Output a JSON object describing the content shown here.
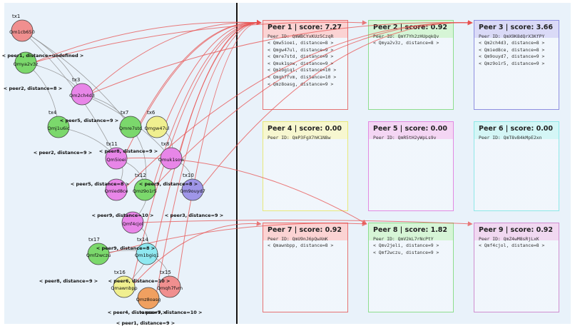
{
  "colors": {
    "background": "#e9f2fa",
    "edge_candidate": "#e8504f",
    "edge_link": "#8a8a8a",
    "divider": "#111111"
  },
  "nodes": [
    {
      "id": "tx1",
      "label": "tx1",
      "sub": "Qm1cb650",
      "color": "#f08f8f"
    },
    {
      "id": "n2",
      "label": "",
      "sub": "Qmya2v3z",
      "color": "#7bd86c"
    },
    {
      "id": "tx3",
      "label": "tx3",
      "sub": "Qm2ch4d3",
      "color": "#e886e8"
    },
    {
      "id": "tx4",
      "label": "tx4",
      "sub": "Qmj1u6ic",
      "color": "#7bd86c"
    },
    {
      "id": "tx7",
      "label": "tx7",
      "sub": "Qmre7std",
      "color": "#7bd86c"
    },
    {
      "id": "tx6",
      "label": "tx6",
      "sub": "Qmgw47ul",
      "color": "#f0ef8f"
    },
    {
      "id": "tx11",
      "label": "tx11",
      "sub": "Qm5ioei",
      "color": "#e886e8"
    },
    {
      "id": "tx8",
      "label": "tx8",
      "sub": "Qmuk1sow",
      "color": "#e886e8"
    },
    {
      "id": "tx12",
      "label": "tx12",
      "sub": "Qmz9o1r5",
      "color": "#7bd86c"
    },
    {
      "id": "tx10",
      "label": "tx10",
      "sub": "Qm9ouyd7",
      "color": "#9f96e8"
    },
    {
      "id": "n11",
      "label": "",
      "sub": "Qmied8ce",
      "color": "#e886e8"
    },
    {
      "id": "n12",
      "label": "",
      "sub": "Qmf4cjol",
      "color": "#e886e8"
    },
    {
      "id": "tx14",
      "label": "tx14",
      "sub": "Qm1bgiq1",
      "color": "#8fe8f0"
    },
    {
      "id": "tx17",
      "label": "tx17",
      "sub": "Qmf2wczu",
      "color": "#7bd86c"
    },
    {
      "id": "tx16",
      "label": "tx16",
      "sub": "Qmawnbpp",
      "color": "#f0ef8f"
    },
    {
      "id": "tx15",
      "label": "tx15",
      "sub": "Qmqh7fvm",
      "color": "#f08f8f"
    },
    {
      "id": "n17",
      "label": "",
      "sub": "Qmz8oasg",
      "color": "#f0a060"
    }
  ],
  "node_captions": [
    "< peer1, distance=undefined >",
    "< peer2, distance=8 >",
    "< peer5, distance=9 >",
    "< peer2, distance=9 >",
    "< peer8, distance=9 >",
    "< peer5, distance=8 >",
    "< peer9, distance=8 >",
    "< peer9, distance=10 >",
    "< peer3, distance=9 >",
    "< peer9, distance=8 >",
    "< peer8, distance=9 >",
    "< peer6, distance=10 >",
    "< peer4, distance=9 >",
    "< peer7, distance=10 >",
    "< peer1, distance=9 >"
  ],
  "peers": [
    {
      "title": "Peer 1 | score: 7.27",
      "id": "Peer ID: QmWBCYxKUz5CzqR",
      "border": "#e57373",
      "head": "#fbd3d3",
      "items": [
        "< Qmw5ioei, distance=8 >",
        "< Qmgw47ul, distance=9 >",
        "< Qmre7std, distance=9 >",
        "< Qmuk1sow, distance=9 >",
        "< Qm1bgiq1, distance=10 >",
        "< Qmqh7fvm, distance=10 >",
        "< Qmz8oasg, distance=9 >"
      ]
    },
    {
      "title": "Peer 2 | score: 0.92",
      "id": "Peer ID: QmY7Yh2zHUpqkQv",
      "border": "#8ede8e",
      "head": "#d6f5d6",
      "items": [
        "< Qmya2v3z, distance=8 >"
      ]
    },
    {
      "title": "Peer 3 | score: 3.66",
      "id": "Peer ID: QmX9K8dQrX3KfPY",
      "border": "#8f8fe0",
      "head": "#dadaf7",
      "items": [
        "< Qm2ch4d3, distance=8 >",
        "< Qmied8ce, distance=8 >",
        "< Qm9ouyd7, distance=9 >",
        "< Qmz9o1r5, distance=9 >"
      ]
    },
    {
      "title": "Peer 4 | score: 0.00",
      "id": "Peer ID: QmP3FgX7hK1N8w",
      "border": "#e8e87a",
      "head": "#f7f7d0",
      "items": []
    },
    {
      "title": "Peer 5 | score: 0.00",
      "id": "Peer ID: QmR5tH2yWpLs9v",
      "border": "#e28ae2",
      "head": "#f4d6f4",
      "items": []
    },
    {
      "title": "Peer 6 | score: 0.00",
      "id": "Peer ID: QmT8vB4kMpE2xn",
      "border": "#8ee8e8",
      "head": "#d4f6f6",
      "items": []
    },
    {
      "title": "Peer 7 | score: 0.92",
      "id": "Peer ID: QmU9nJ6pQwXmK",
      "border": "#e57373",
      "head": "#fbd3d3",
      "items": [
        "< Qmawnbpp, distance=8 >"
      ]
    },
    {
      "title": "Peer 8 | score: 1.82",
      "id": "Peer ID: QmV2kL7rNcPtY",
      "border": "#8ede8e",
      "head": "#d6f5d6",
      "items": [
        "< Qmv2jeli, distance=9 >",
        "< Qmf2wczu, distance=9 >"
      ]
    },
    {
      "title": "Peer 9 | score: 0.92",
      "id": "Peer ID: QmZ4wM8sRjLxK",
      "border": "#d08ed0",
      "head": "#f1d8f1",
      "items": [
        "< Qmf4cjol, distance=8 >"
      ]
    }
  ]
}
